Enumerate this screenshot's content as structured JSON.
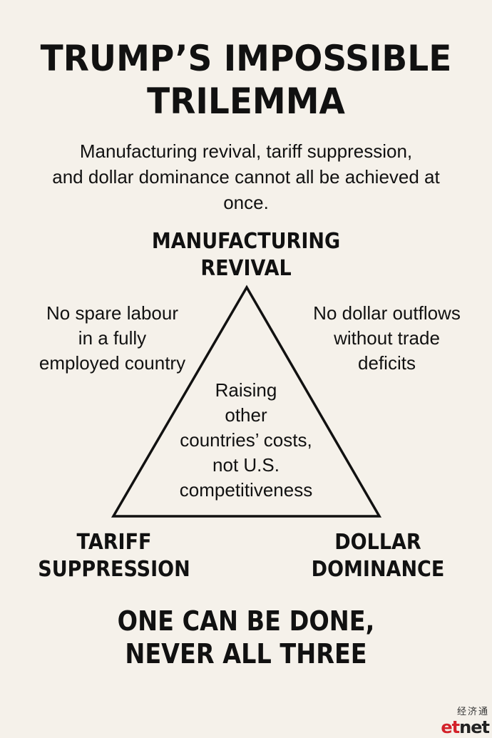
{
  "title": {
    "line1": "TRUMP’S IMPOSSIBLE",
    "line2": "TRILEMMA"
  },
  "subtitle": {
    "line1": "Manufacturing revival, tariff suppression,",
    "line2": "and dollar dominance cannot all be achieved at",
    "line3": "once."
  },
  "vertices": {
    "top": {
      "line1": "MANUFACTURING",
      "line2": "REVIVAL"
    },
    "left": {
      "line1": "TARIFF",
      "line2": "SUPPRESSION"
    },
    "right": {
      "line1": "DOLLAR",
      "line2": "DOMINANCE"
    }
  },
  "sides": {
    "left": {
      "line1": "No spare labour",
      "line2": "in a fully",
      "line3": "employed country"
    },
    "right": {
      "line1": "No dollar outflows",
      "line2": "without trade",
      "line3": "deficits"
    }
  },
  "center": {
    "line1": "Raising",
    "line2": "other",
    "line3": "countries’ costs,",
    "line4": "not U.S.",
    "line5": "competitiveness"
  },
  "conclusion": {
    "line1": "ONE CAN BE DONE,",
    "line2": "NEVER ALL THREE"
  },
  "logo": {
    "chinese": "经济通",
    "et": "et",
    "net": "net"
  },
  "colors": {
    "background": "#f5f1ea",
    "text": "#111111",
    "logo_red": "#d3222a"
  }
}
